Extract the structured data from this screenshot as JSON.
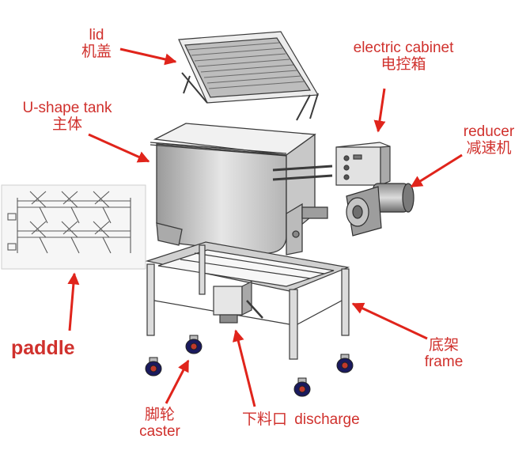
{
  "labels": {
    "lid": {
      "en": "lid",
      "zh": "机盖"
    },
    "electric_cabinet": {
      "en": "electric cabinet",
      "zh": "电控箱"
    },
    "u_shape_tank": {
      "en": "U-shape tank",
      "zh": "主体"
    },
    "reducer": {
      "en": "reducer",
      "zh": "减速机"
    },
    "paddle": {
      "en": "paddle"
    },
    "frame": {
      "en": "frame",
      "zh": "底架"
    },
    "caster": {
      "en": "caster",
      "zh": "脚轮"
    },
    "discharge": {
      "en": "discharge",
      "zh": "下料口"
    }
  },
  "colors": {
    "label": "#d0312d",
    "arrow": "#e0241b",
    "metal": "#d9d9d9",
    "outline": "#4a4a4a",
    "caster_wheel": "#1a1a5e"
  }
}
